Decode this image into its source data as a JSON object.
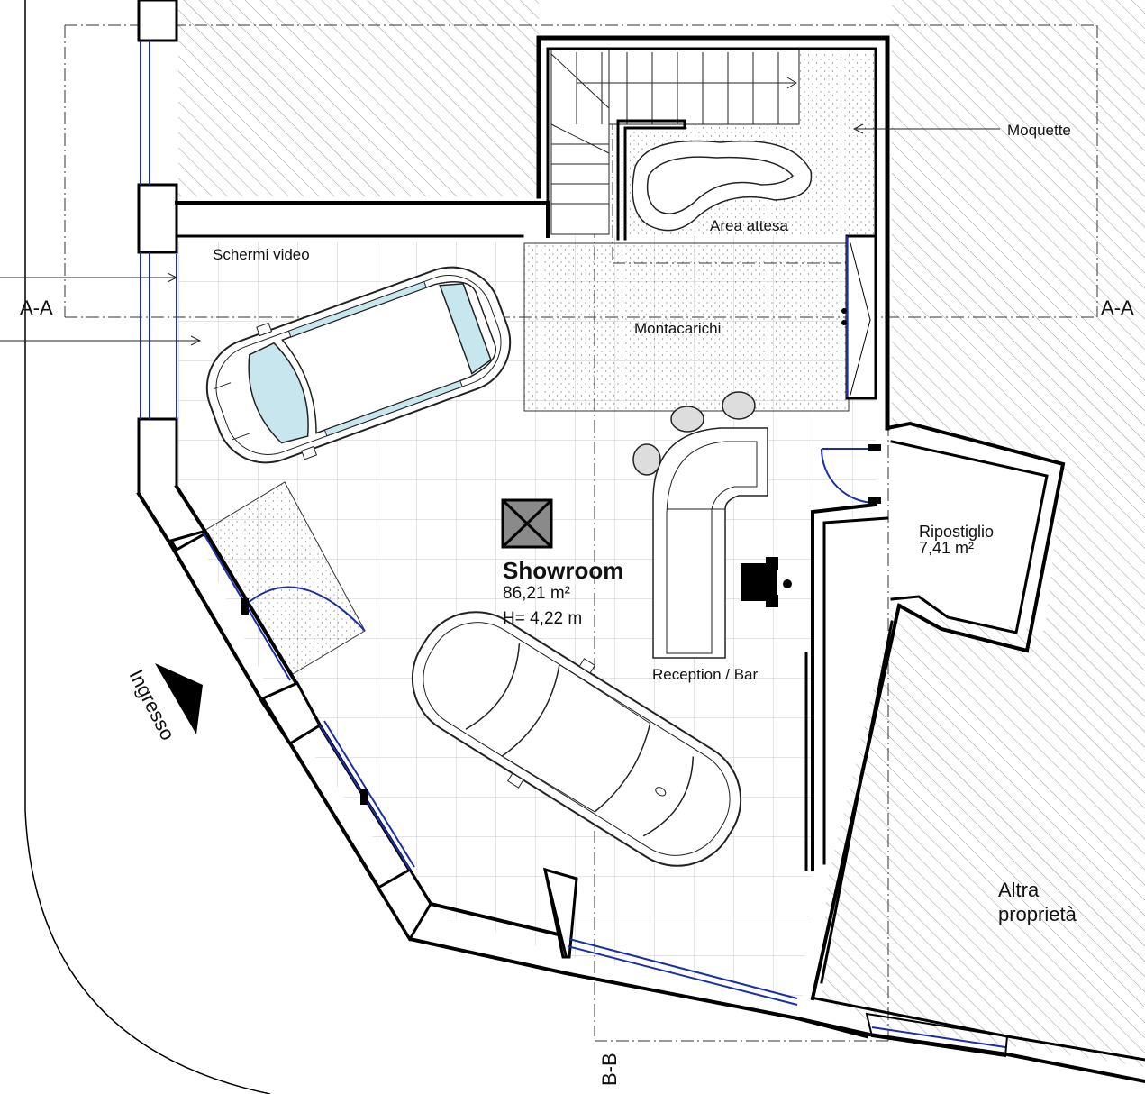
{
  "labels": {
    "moquette": "Moquette",
    "area_attesa": "Area attesa",
    "schermi_video": "Schermi video",
    "montacarichi": "Montacarichi",
    "section_aa_left": "A-A",
    "section_aa_right": "A-A",
    "section_bb": "B-B",
    "showroom_title": "Showroom",
    "showroom_area": "86,21 m²",
    "showroom_height": "H= 4,22 m",
    "reception": "Reception / Bar",
    "ripostiglio_title": "Ripostiglio",
    "ripostiglio_area": "7,41 m²",
    "ingresso": "Ingresso",
    "altra_line1": "Altra",
    "altra_line2": "proprietà"
  },
  "colors": {
    "wall": "#000000",
    "glazing": "#1a2ea8",
    "hatch": "#9a9a9a",
    "grid": "#c8c8c8",
    "windshield": "#c8e6ee",
    "chair": "#000000"
  }
}
